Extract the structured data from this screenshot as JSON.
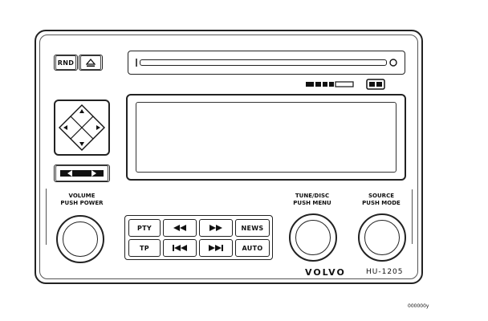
{
  "buttons": {
    "rnd": "RND",
    "eject_icon": "eject-icon",
    "pty": "PTY",
    "rewind_icon": "rewind-icon",
    "forward_icon": "fast-forward-icon",
    "news": "NEWS",
    "tp": "TP",
    "prev_icon": "skip-previous-icon",
    "next_icon": "skip-next-icon",
    "auto": "AUTO"
  },
  "labels": {
    "volume_line1": "VOLUME",
    "volume_line2": "PUSH POWER",
    "tuning_line1": "TUNE/DISC",
    "tuning_line2": "PUSH MENU",
    "source_line1": "SOURCE",
    "source_line2": "PUSH MODE"
  },
  "brand": {
    "name": "VOLVO",
    "model": "HU-1205"
  },
  "figure_code": "000000y"
}
